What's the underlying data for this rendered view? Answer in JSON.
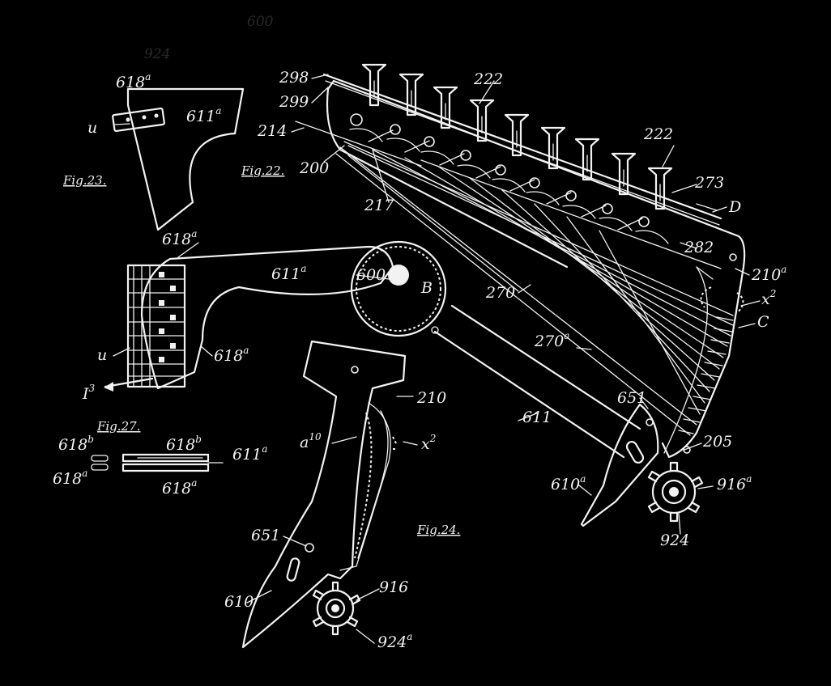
{
  "figures": {
    "fig22": "Fig.22.",
    "fig23": "Fig.23.",
    "fig24": "Fig.24.",
    "fig27": "Fig.27."
  },
  "labels": {
    "l298": "298",
    "l299": "299",
    "l214": "214",
    "l200": "200",
    "l217": "217",
    "l222a": "222",
    "l222b": "222",
    "l273": "273",
    "lD": "D",
    "l282": "282",
    "l210a": "210",
    "l210a_sup": "a",
    "lx2_top": "x",
    "lx2_top_sup": "2",
    "lC": "C",
    "l270": "270",
    "l270a": "270",
    "l270a_sup": "a",
    "l611": "611",
    "l651_top": "651",
    "l205": "205",
    "l610a": "610",
    "l610a_sup": "a",
    "l916a": "916",
    "l916a_sup": "a",
    "l924": "924",
    "l618a_1": "618",
    "l618a_1_sup": "a",
    "l611a_1": "611",
    "l611a_1_sup": "a",
    "lu_1": "u",
    "l618a_2": "618",
    "l618a_2_sup": "a",
    "l611a_2": "611",
    "l611a_2_sup": "a",
    "l600": "600",
    "lB": "B",
    "lu_2": "u",
    "l618a_3": "618",
    "l618a_3_sup": "a",
    "lI3": "I",
    "lI3_sup": "3",
    "l210": "210",
    "la10": "a",
    "la10_sup": "10",
    "lx2_bot": "x",
    "lx2_bot_sup": "2",
    "l651_bot": "651",
    "l610": "610",
    "l916": "916",
    "l924a": "924",
    "l924a_sup": "a",
    "l618b_1": "618",
    "l618b_1_sup": "b",
    "l618b_2": "618",
    "l618b_2_sup": "b",
    "l618a_4": "618",
    "l618a_4_sup": "a",
    "l618a_5": "618",
    "l618a_5_sup": "a",
    "l611a_3": "611",
    "l611a_3_sup": "a",
    "ghost1": "600",
    "ghost2": "924"
  }
}
